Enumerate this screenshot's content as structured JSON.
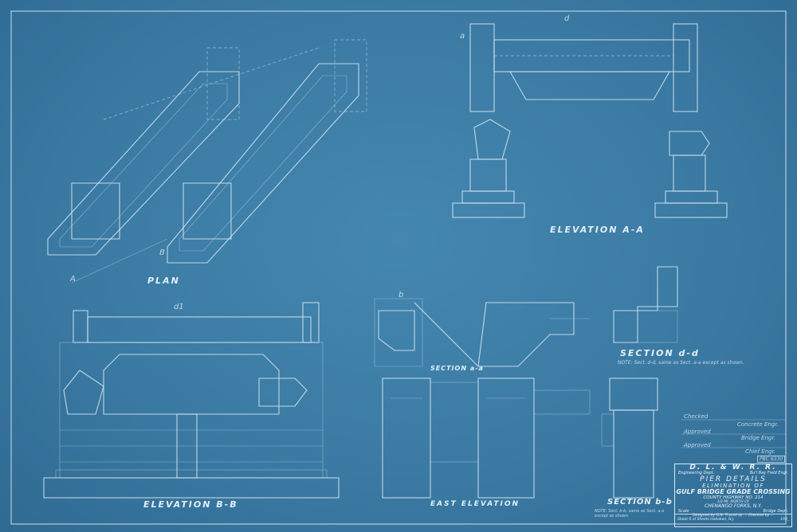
{
  "views": {
    "plan": "PLAN",
    "elevation_aa": "ELEVATION A-A",
    "elevation_bb": "ELEVATION B-B",
    "east_elevation": "EAST ELEVATION",
    "section_aa": "SECTION a-a",
    "section_dd": "SECTION d-d",
    "section_bb": "SECTION b-b"
  },
  "notes": {
    "section_dd_note": "NOTE: Sect. d-d, same as Sect. a-a except as shown.",
    "section_bb_note": "NOTE: Sect. b-b, same as Sect. a-a except as shown."
  },
  "section_marks": {
    "a": "a",
    "b": "b",
    "d": "d",
    "d1": "d1",
    "A": "A",
    "B": "B"
  },
  "approvals": {
    "checked_label": "Checked",
    "checked_title": "Concrete Engr.",
    "approved1_label": "Approved",
    "approved1_title": "Bridge Engr.",
    "approved2_label": "Approved",
    "approved2_title": "Chief Engr."
  },
  "title_block": {
    "drawing_no": "PBC 6330",
    "railroad": "D. L. & W. R. R.",
    "dept_left": "Engineering Dept.",
    "dept_right": "Bu'l Bay Field Engr.",
    "title": "PIER DETAILS",
    "subtitle": "ELIMINATION OF",
    "project": "GULF BRIDGE GRADE CROSSING",
    "highway": "COUNTY HIGHWAY NO. 214",
    "location_1": "1/2 MI. NORTH OF",
    "location_2": "CHENANGO FORKS, N.Y.",
    "scale": "Scale",
    "bridge_dept": "Bridge Dept.",
    "credits": "Designed by G.N. Traced by ... Checked by ...",
    "sheet": "Sheet 6 of   Sheets  Hoboken, N.J.",
    "year": "193_"
  }
}
